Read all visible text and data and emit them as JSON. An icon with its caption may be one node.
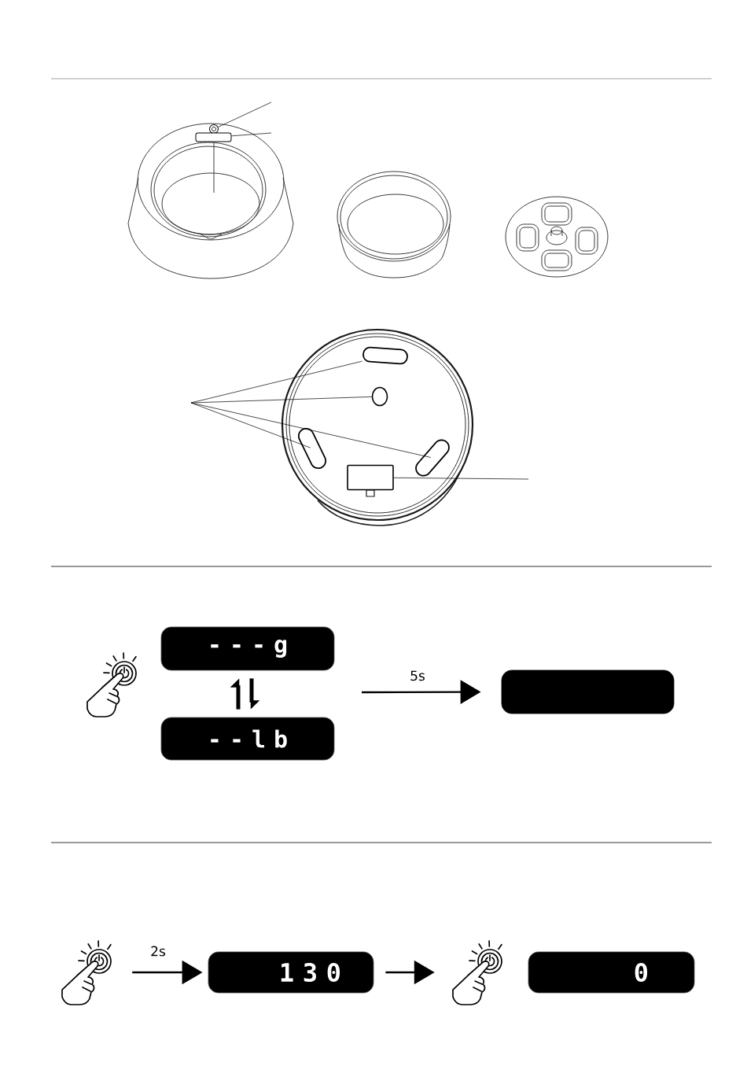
{
  "diagram": {
    "nodes": [
      {
        "text": [],
        "shape": "circle"
      },
      {
        "text": [],
        "shape": "box"
      },
      {
        "text": [],
        "shape": "bar"
      },
      {
        "text": [],
        "shape": "circle"
      },
      {
        "text": [],
        "shape": "bar"
      },
      {
        "text": [],
        "shape": "bar"
      },
      {
        "text": [],
        "shape": "box"
      },
      {
        "text": [],
        "shape": "picture"
      },
      {
        "text": [
          "- - - g"
        ]
      },
      {
        "text": [
          "- - l b"
        ]
      },
      {
        "text": [],
        "shape": "box"
      },
      {
        "text": [],
        "shape": "picture"
      },
      {
        "text": [
          "1 3 0"
        ]
      },
      {
        "text": [],
        "shape": "picture"
      },
      {
        "text": [
          "0"
        ]
      }
    ],
    "edges": [
      {
        "from": null,
        "to": 0,
        "arrow": "none"
      },
      {
        "from": null,
        "to": 1,
        "arrow": "none"
      },
      {
        "from": null,
        "to": 2,
        "arrow": "none"
      },
      {
        "from": null,
        "to": 3,
        "arrow": "none"
      },
      {
        "from": null,
        "to": 4,
        "arrow": "none"
      },
      {
        "from": null,
        "to": 5,
        "arrow": "none"
      },
      {
        "from": null,
        "to": 6,
        "arrow": "none"
      },
      {
        "from": 9,
        "to": 8,
        "arrow": "to",
        "style": "thick"
      },
      {
        "from": 8,
        "to": 9,
        "arrow": "to",
        "style": "thick"
      },
      {
        "from": null,
        "to": 10,
        "arrow": "to",
        "label": "5s"
      },
      {
        "from": 11,
        "to": 12,
        "arrow": "to",
        "label": "2s"
      },
      {
        "from": 12,
        "to": 13,
        "arrow": "to"
      }
    ]
  }
}
